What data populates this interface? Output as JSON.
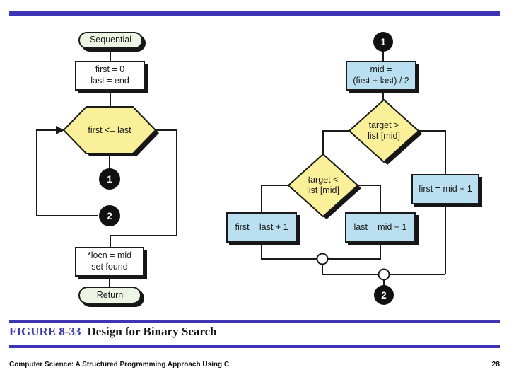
{
  "slide": {
    "caption": {
      "label": "FIGURE 8-33",
      "title": "Design for Binary Search"
    },
    "footer": {
      "book": "Computer Science: A Structured Programming Approach Using C",
      "page": "28"
    },
    "colors": {
      "accent_bar": "#3c35b5",
      "shape_yellow": "#faf099",
      "shape_blue": "#b9dff0",
      "shape_green": "#ecf4e4",
      "line": "#1a1a1a"
    }
  },
  "left_chart": {
    "start_terminal": "Sequential",
    "init_line1": "first = 0",
    "init_line2": "last = end",
    "loop_condition": "first <= last",
    "connector_down": "1",
    "connector_back": "2",
    "found_line1": "*locn = mid",
    "found_line2": "set found",
    "end_terminal": "Return"
  },
  "right_chart": {
    "entry_connector": "1",
    "mid_line1": "mid =",
    "mid_line2": "(first + last) / 2",
    "greater_line1": "target >",
    "greater_line2": "list [mid]",
    "less_line1": "target <",
    "less_line2": "list [mid]",
    "first_mid_process": "first = mid + 1",
    "first_last_process": "first = last + 1",
    "last_mid_process": "last = mid − 1",
    "exit_connector": "2"
  }
}
